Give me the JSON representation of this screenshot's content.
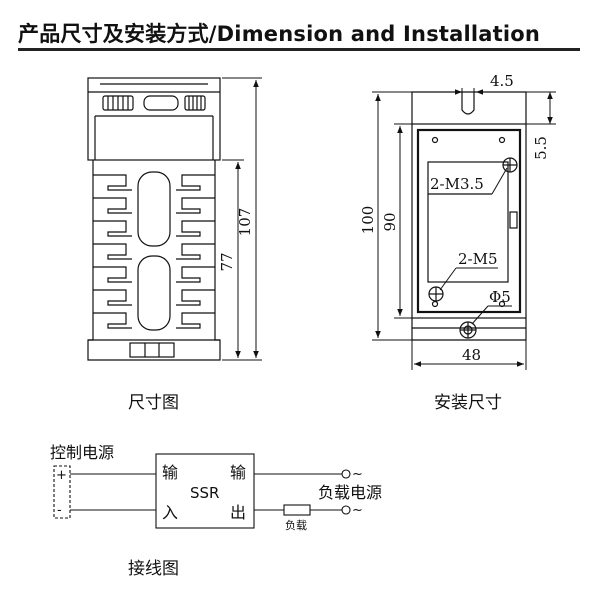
{
  "header": {
    "title": "产品尺寸及安装方式/Dimension and  Installation"
  },
  "captions": {
    "dimension_view": "尺寸图",
    "install_view": "安装尺寸",
    "wiring_view": "接线图"
  },
  "dimension_view": {
    "height_total": "107",
    "height_heatsink": "77"
  },
  "install_view": {
    "slot_width": "4.5",
    "slot_depth": "5.5",
    "height_outer": "100",
    "height_inner": "90",
    "screw_small": "2-M3.5",
    "screw_large": "2-M5",
    "hole_diameter": "Φ5",
    "width": "48"
  },
  "wiring": {
    "control_power": "控制电源",
    "plus": "+",
    "minus": "-",
    "input_top": "输",
    "input_bottom": "入",
    "ssr": "SSR",
    "output_top": "输",
    "output_bottom": "出",
    "load_power": "负载电源",
    "load": "负载",
    "ac_top": "~",
    "ac_bottom": "~"
  }
}
